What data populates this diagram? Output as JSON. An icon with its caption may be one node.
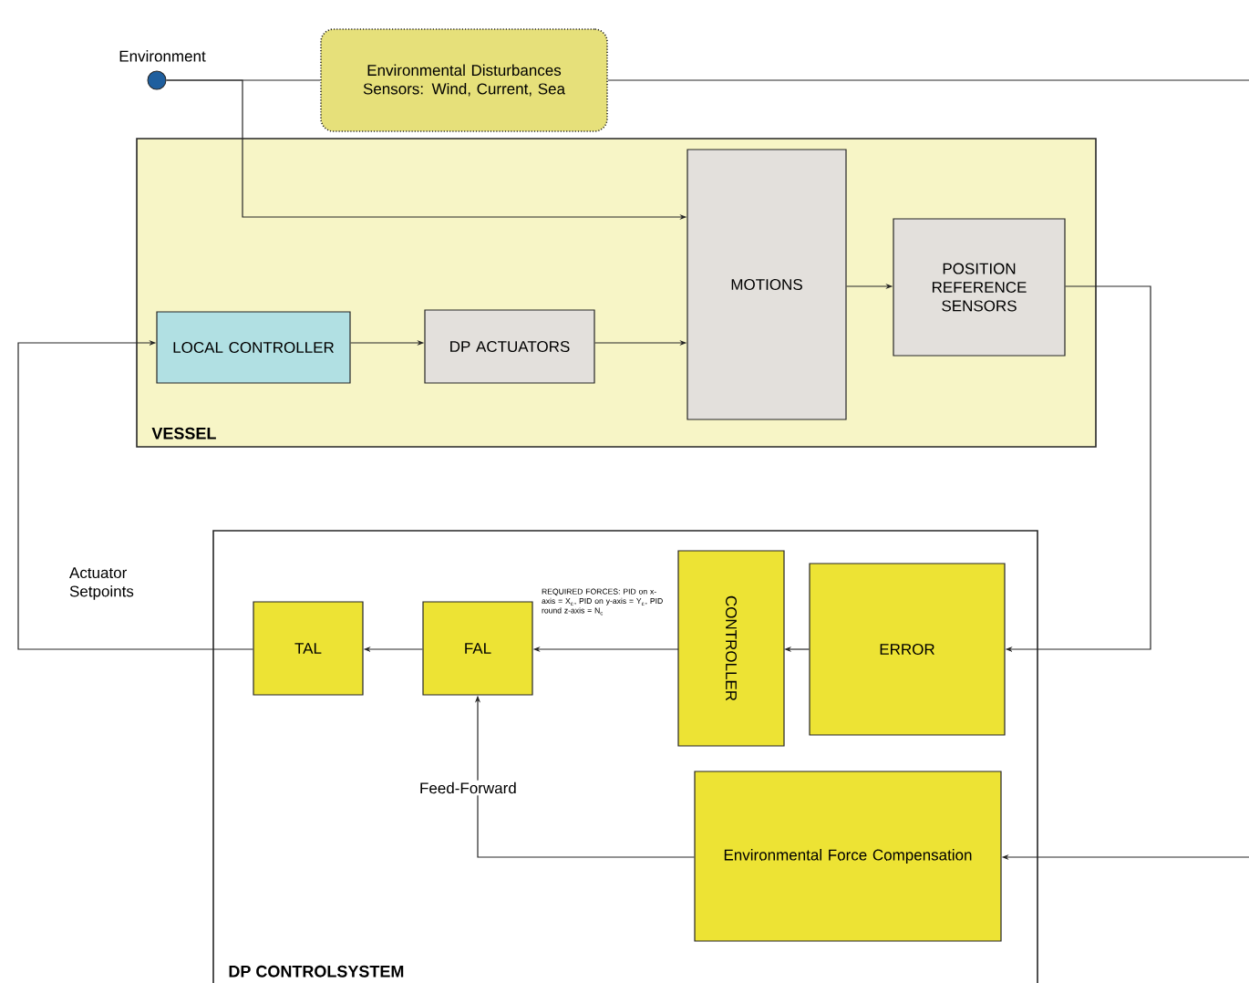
{
  "diagram": {
    "nodes": [
      {
        "text": [],
        "shape": "circle",
        "beside": [
          "Environment"
        ]
      },
      {
        "text": [
          "Environmental Disturbances Sensors: Wind, Current, Sea"
        ]
      },
      {
        "text": [
          "VESSEL"
        ]
      },
      {
        "text": [
          "LOCAL CONTROLLER"
        ],
        "in": 2
      },
      {
        "text": [
          "DP ACTUATORS"
        ],
        "in": 2
      },
      {
        "text": [
          "MOTIONS"
        ],
        "in": 2
      },
      {
        "text": [
          "POSITION REFERENCE SENSORS"
        ],
        "in": 2
      },
      {
        "text": [
          "DP CONTROLSYSTEM"
        ]
      },
      {
        "text": [
          "TAL"
        ],
        "in": 7
      },
      {
        "text": [
          "FAL"
        ],
        "in": 7
      },
      {
        "text": [
          "CONTROLLER"
        ],
        "in": 7
      },
      {
        "text": [
          "ERROR"
        ],
        "in": 7
      },
      {
        "text": [
          "Environmental Force Compensation"
        ],
        "in": 7
      }
    ],
    "edges": [
      {
        "from": 0,
        "to": 1,
        "arrow": "none"
      },
      {
        "from": 0,
        "to": 5,
        "arrow": "to"
      },
      {
        "from": 1,
        "to": 12,
        "arrow": "to"
      },
      {
        "from": 3,
        "to": 4,
        "arrow": "to"
      },
      {
        "from": 4,
        "to": 5,
        "arrow": "to"
      },
      {
        "from": 5,
        "to": 6,
        "arrow": "to"
      },
      {
        "from": 6,
        "to": 11,
        "arrow": "to"
      },
      {
        "from": 11,
        "to": 10,
        "arrow": "to"
      },
      {
        "from": 10,
        "to": 9,
        "arrow": "to",
        "label": "REQUIRED FORCES: PID on x-axis = X$_{c}$, PID on y-axis = Y$_{c}$, PID round z-axis = N$_{c}$"
      },
      {
        "from": 9,
        "to": 8,
        "arrow": "to"
      },
      {
        "from": 8,
        "to": 3,
        "arrow": "to",
        "label": "Actuator Setpoints"
      },
      {
        "from": 12,
        "to": 9,
        "arrow": "to",
        "label": "Feed-Forward"
      }
    ]
  }
}
